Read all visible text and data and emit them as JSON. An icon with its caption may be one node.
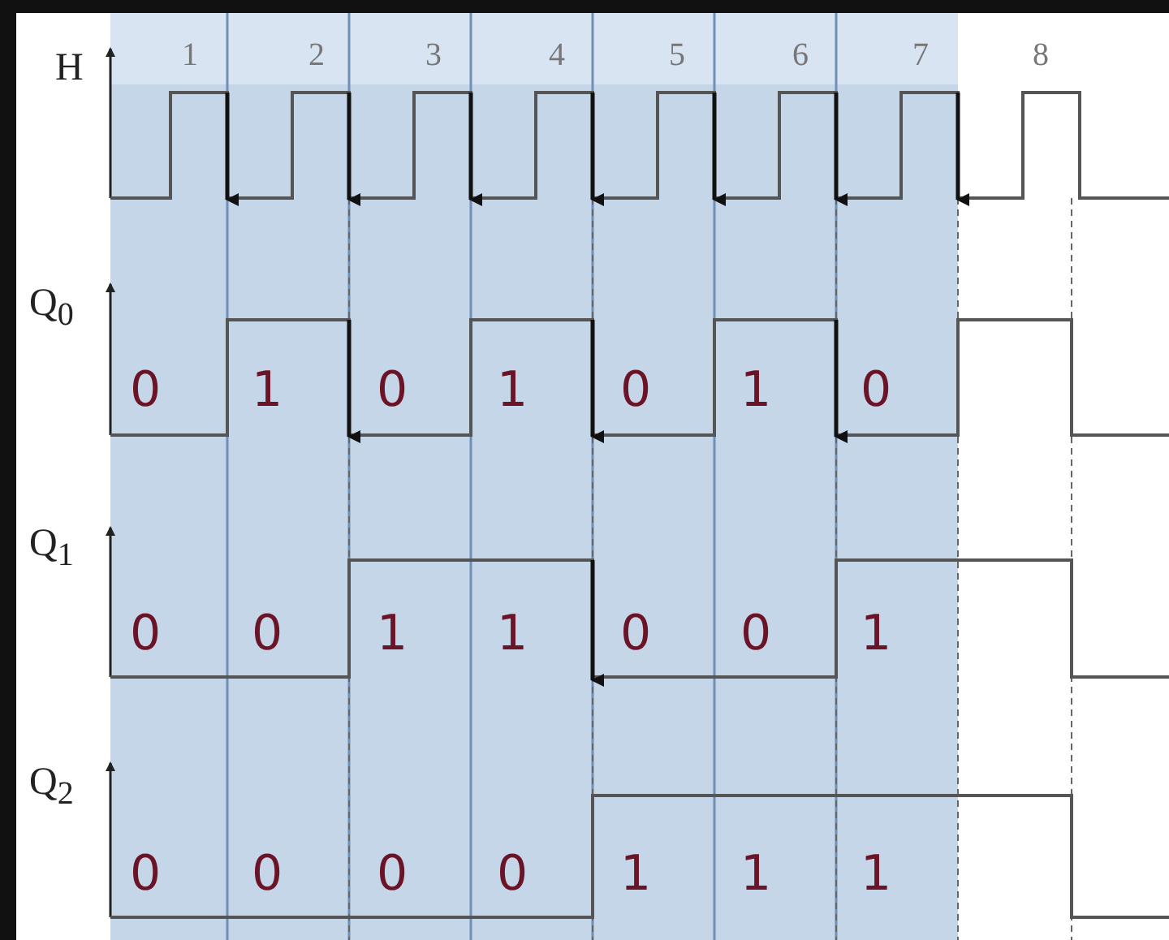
{
  "diagram": {
    "labels": [
      "H",
      "1",
      "2",
      "3",
      "4",
      "5",
      "6",
      "7",
      "8",
      "Q$_{0}$",
      "0",
      "1",
      "0",
      "1",
      "0",
      "1",
      "0",
      "Q$_{1}$",
      "0",
      "0",
      "1",
      "1",
      "0",
      "0",
      "1",
      "Q$_{2}$",
      "0",
      "0",
      "0",
      "0",
      "1",
      "1",
      "1"
    ]
  }
}
